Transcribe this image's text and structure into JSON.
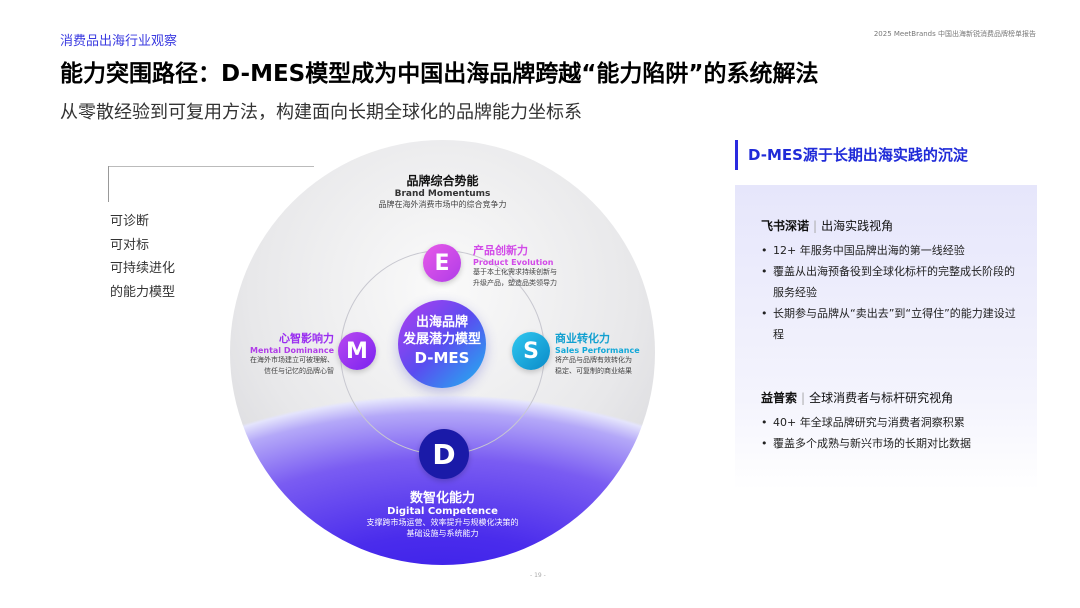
{
  "header": {
    "section": "消费品出海行业观察",
    "report": "2025 MeetBrands 中国出海新锐消费品牌榜单报告"
  },
  "title": "能力突围路径：D-MES模型成为中国出海品牌跨越“能力陷阱”的系统解法",
  "subtitle": "从零散经验到可复用方法，构建面向长期全球化的品牌能力坐标系",
  "features": [
    "可诊断",
    "可对标",
    "可持续进化",
    "的能力模型"
  ],
  "diagram": {
    "outer": {
      "cn": "品牌综合势能",
      "en": "Brand Momentums",
      "desc": "品牌在海外消费市场中的综合竞争力"
    },
    "center": [
      "出海品牌",
      "发展潜力模型",
      "D-MES"
    ],
    "E": {
      "letter": "E",
      "cn": "产品创新力",
      "en": "Product Evolution",
      "desc1": "基于本土化需求持续创新与",
      "desc2": "升级产品，塑造品类领导力",
      "color": "#d24ae8"
    },
    "M": {
      "letter": "M",
      "cn": "心智影响力",
      "en": "Mental Dominance",
      "desc1": "在海外市场建立可被理解、",
      "desc2": "信任与记忆的品牌心智",
      "color": "#9a2ef0"
    },
    "S": {
      "letter": "S",
      "cn": "商业转化力",
      "en": "Sales Performance",
      "desc1": "将产品与品牌有效转化为",
      "desc2": "稳定、可复制的商业结果",
      "color": "#12a8d8"
    },
    "D": {
      "letter": "D",
      "cn": "数智化能力",
      "en": "Digital Competence",
      "desc1": "支撑跨市场运营、效率提升与规模化决策的",
      "desc2": "基础设施与系统能力",
      "color": "#1a1aa8"
    }
  },
  "panel": {
    "title": "D-MES源于长期出海实践的沉淀",
    "g1": {
      "name": "飞书深诺",
      "role": "出海实践视角",
      "items": [
        "12+ 年服务中国品牌出海的第一线经验",
        "覆盖从出海预备役到全球化标杆的完整成长阶段的服务经验",
        "长期参与品牌从“卖出去”到“立得住”的能力建设过程"
      ]
    },
    "g2": {
      "name": "益普索",
      "role": "全球消费者与标杆研究视角",
      "items": [
        "40+ 年全球品牌研究与消费者洞察积累",
        "覆盖多个成熟与新兴市场的长期对比数据"
      ]
    }
  },
  "page": "- 19 -"
}
